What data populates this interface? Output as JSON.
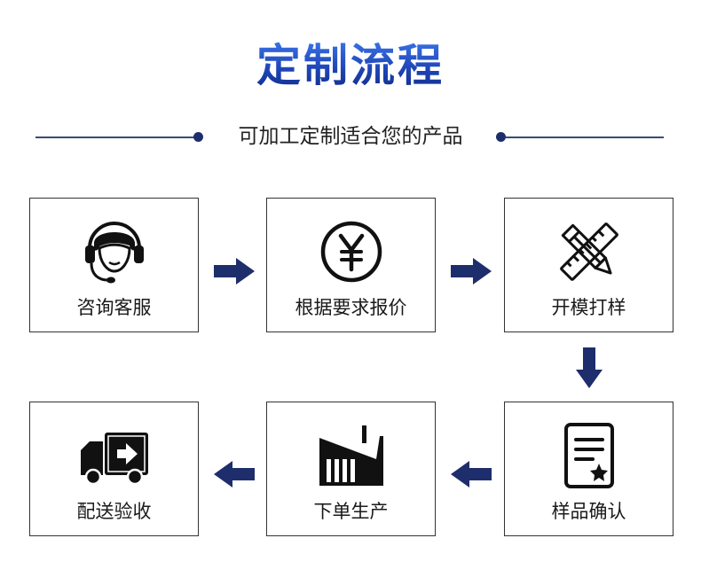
{
  "header": {
    "title": "定制流程",
    "subtitle": "可加工定制适合您的产品"
  },
  "colors": {
    "title_gradient": [
      "#3d78ec",
      "#0f2a86"
    ],
    "arrow": "#1e2d6b",
    "rule": "#3a4a78",
    "border": "#333333",
    "icon": "#111111"
  },
  "steps": [
    {
      "label": "咨询客服",
      "icon": "customer-service-headset-icon"
    },
    {
      "label": "根据要求报价",
      "icon": "yuan-coin-icon"
    },
    {
      "label": "开模打样",
      "icon": "ruler-pencil-icon"
    },
    {
      "label": "样品确认",
      "icon": "document-star-icon"
    },
    {
      "label": "下单生产",
      "icon": "factory-icon"
    },
    {
      "label": "配送验收",
      "icon": "delivery-truck-icon"
    }
  ]
}
